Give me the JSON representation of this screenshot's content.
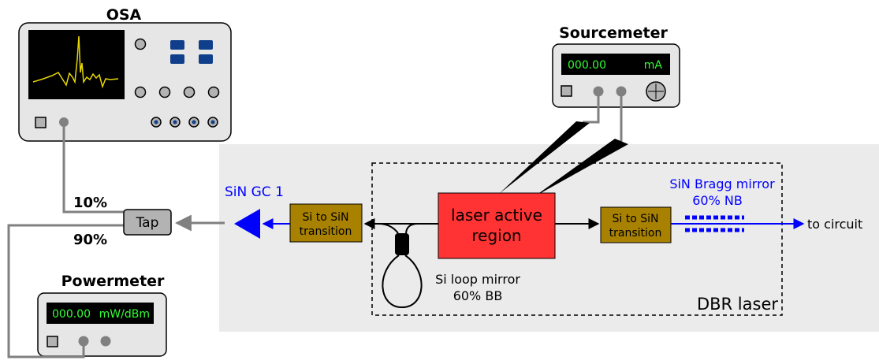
{
  "instruments": {
    "osa": {
      "title": "OSA"
    },
    "sourcemeter": {
      "title": "Sourcemeter",
      "display_value": "000.00",
      "display_unit": "mA"
    },
    "powermeter": {
      "title": "Powermeter",
      "display_value": "000.00",
      "display_unit": "mW/dBm"
    }
  },
  "tap": {
    "label": "Tap",
    "ratio_top": "10%",
    "ratio_bottom": "90%"
  },
  "chip": {
    "gc_label": "SiN GC 1",
    "left_transition": [
      "Si to SiN",
      "transition"
    ],
    "right_transition": [
      "Si to SiN",
      "transition"
    ],
    "active_region": [
      "laser active",
      "region"
    ],
    "loop_mirror": [
      "Si loop mirror",
      "60% BB"
    ],
    "bragg_mirror": [
      "SiN Bragg mirror",
      "60% NB"
    ],
    "output_label": "to circuit",
    "dbr_label": "DBR laser"
  },
  "colors": {
    "chip_bg": "#ebebeb",
    "instrument_body": "#e6e6e6",
    "lcd_text": "#33ff33",
    "osa_trace": "#e6d600",
    "active_region": "#ff3333",
    "transition": "#a88100",
    "sin_blue": "#0000ff",
    "tap_fill": "#b3b3b3",
    "cable_gray": "#808080",
    "button_blue": "#0f3f8a"
  }
}
